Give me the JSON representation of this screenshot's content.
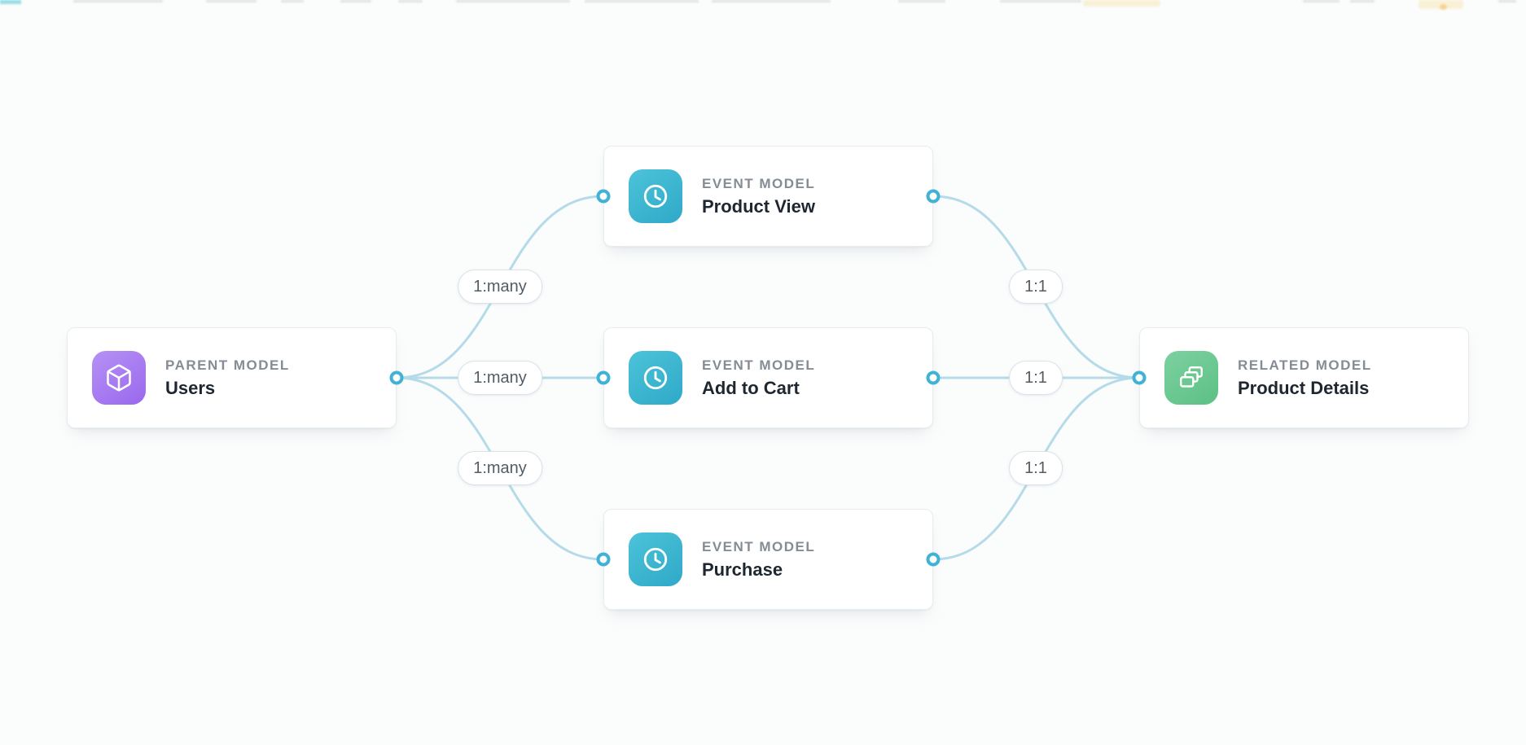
{
  "diagram": {
    "cards": {
      "parent": {
        "type_label": "PARENT MODEL",
        "name": "Users"
      },
      "events": [
        {
          "type_label": "EVENT MODEL",
          "name": "Product View"
        },
        {
          "type_label": "EVENT MODEL",
          "name": "Add to Cart"
        },
        {
          "type_label": "EVENT MODEL",
          "name": "Purchase"
        }
      ],
      "related": {
        "type_label": "RELATED MODEL",
        "name": "Product Details"
      }
    },
    "edges": {
      "left_labels": [
        "1:many",
        "1:many",
        "1:many"
      ],
      "right_labels": [
        "1:1",
        "1:1",
        "1:1"
      ]
    },
    "icons": {
      "parent": "cube-icon",
      "event": "clock-icon",
      "related": "stack-icon"
    },
    "colors": {
      "parent_icon": "#a57bf0",
      "event_icon": "#3ab6cf",
      "related_icon": "#6cc890",
      "edge_line": "#b5dbe9",
      "node_ring": "#3fb2d5",
      "card_border": "#e9edf0",
      "type_text": "#858c95",
      "title_text": "#1e2630",
      "background": "#fbfcfc"
    }
  }
}
